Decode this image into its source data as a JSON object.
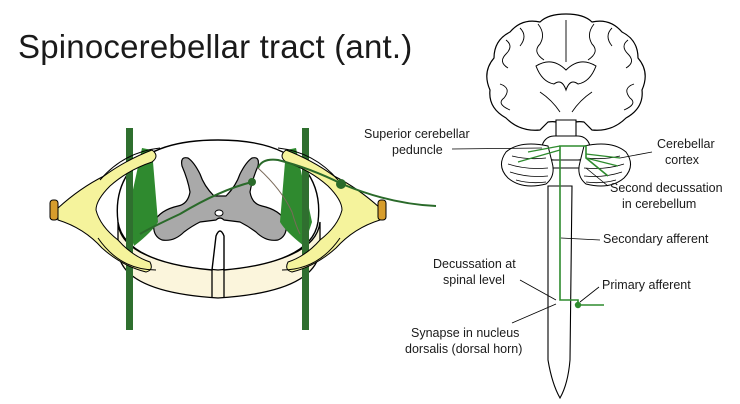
{
  "title": "Spinocerebellar tract (ant.)",
  "labels": {
    "sup_cerebellar_peduncle": [
      "Superior cerebellar",
      "peduncle"
    ],
    "cerebellar_cortex": [
      "Cerebellar",
      "cortex"
    ],
    "second_decussation": [
      "Second decussation",
      "in cerebellum"
    ],
    "secondary_afferent": "Secondary afferent",
    "decussation_spinal": [
      "Decussation at",
      "spinal level"
    ],
    "primary_afferent": "Primary afferent",
    "synapse_nucleus": [
      "Synapse in nucleus",
      "dorsalis (dorsal horn)"
    ]
  },
  "colors": {
    "tract_green": "#2e8b2e",
    "dark_green": "#1f5e1f",
    "nerve_yellow": "#f3f29a",
    "gray_matter": "#a8a8a8",
    "white_matter": "#fbf5dc",
    "nerve_end": "#d39a2a"
  }
}
